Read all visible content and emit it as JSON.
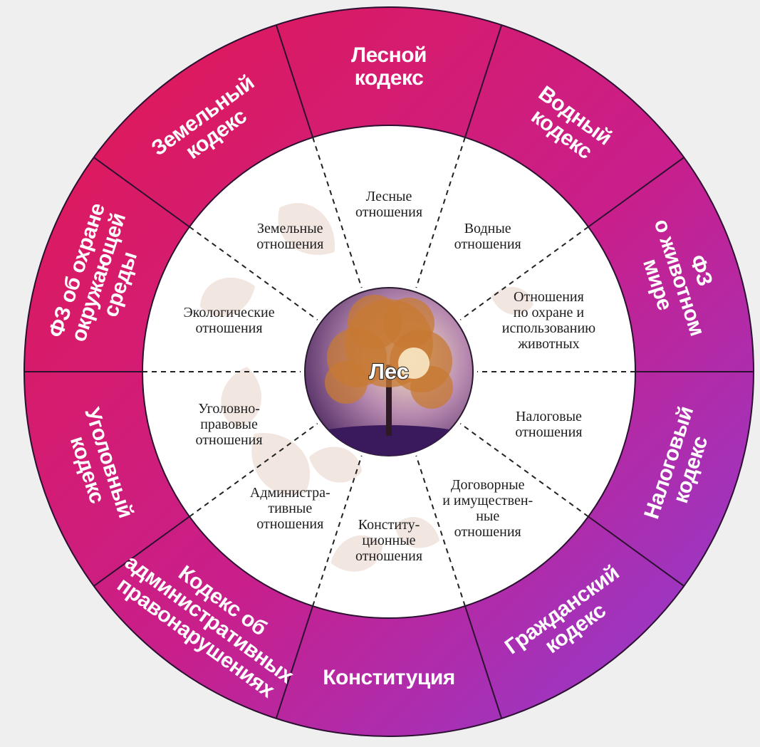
{
  "diagram": {
    "center": {
      "label": "Лес"
    },
    "sectors": [
      {
        "code_lines": [
          "Лесной",
          "кодекс"
        ],
        "relation_lines": [
          "Лесные",
          "отношения"
        ]
      },
      {
        "code_lines": [
          "Водный",
          "кодекс"
        ],
        "relation_lines": [
          "Водные",
          "отношения"
        ]
      },
      {
        "code_lines": [
          "ФЗ",
          "о животном",
          "мире"
        ],
        "relation_lines": [
          "Отношения",
          "по охране и",
          "использованию",
          "животных"
        ]
      },
      {
        "code_lines": [
          "Налоговый",
          "кодекс"
        ],
        "relation_lines": [
          "Налоговые",
          "отношения"
        ]
      },
      {
        "code_lines": [
          "Гражданский",
          "кодекс"
        ],
        "relation_lines": [
          "Договорные",
          "и имуществен-",
          "ные",
          "отношения"
        ]
      },
      {
        "code_lines": [
          "Конституция"
        ],
        "relation_lines": [
          "Конститу-",
          "ционные",
          "отношения"
        ]
      },
      {
        "code_lines": [
          "Кодекс об",
          "административных",
          "правонарушениях"
        ],
        "relation_lines": [
          "Администра-",
          "тивные",
          "отношения"
        ]
      },
      {
        "code_lines": [
          "Уголовный",
          "кодекс"
        ],
        "relation_lines": [
          "Уголовно-",
          "правовые",
          "отношения"
        ]
      },
      {
        "code_lines": [
          "ФЗ об охране",
          "окружающей",
          "среды"
        ],
        "relation_lines": [
          "Экологические",
          "отношения"
        ]
      },
      {
        "code_lines": [
          "Земельный",
          "кодекс"
        ],
        "relation_lines": [
          "Земельные",
          "отношения"
        ]
      }
    ]
  },
  "colors": {
    "ring_red": "#e3184f",
    "ring_magenta": "#c81f8c",
    "ring_violet": "#8a3fd8",
    "divider": "#2b1030",
    "inner_bg": "#ffffff",
    "center_dark": "#3d1a55",
    "center_light": "#f5e6c0",
    "tree_leaves": "#c77a33",
    "leaf_decor": "#d9b8a8"
  }
}
